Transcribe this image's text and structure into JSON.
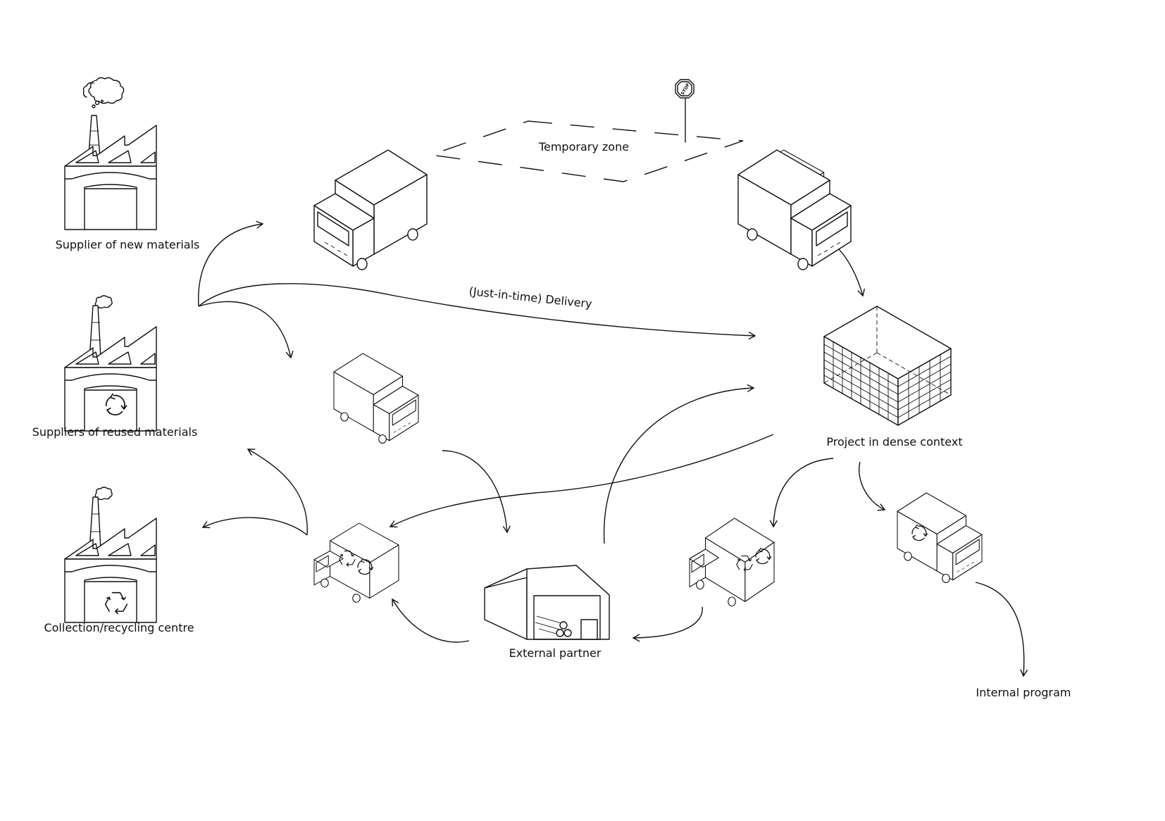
{
  "nodes": {
    "supplier_new": "Supplier of new materials",
    "supplier_reused": "Suppliers of reused materials",
    "recycling_centre": "Collection/recycling centre",
    "temporary_zone": "Temporary zone",
    "jit_delivery": "(Just-in-time) Delivery",
    "project": "Project in dense context",
    "external_partner": "External partner",
    "internal_program": "Internal program"
  },
  "icons": {
    "stop_sign": "STOP"
  }
}
